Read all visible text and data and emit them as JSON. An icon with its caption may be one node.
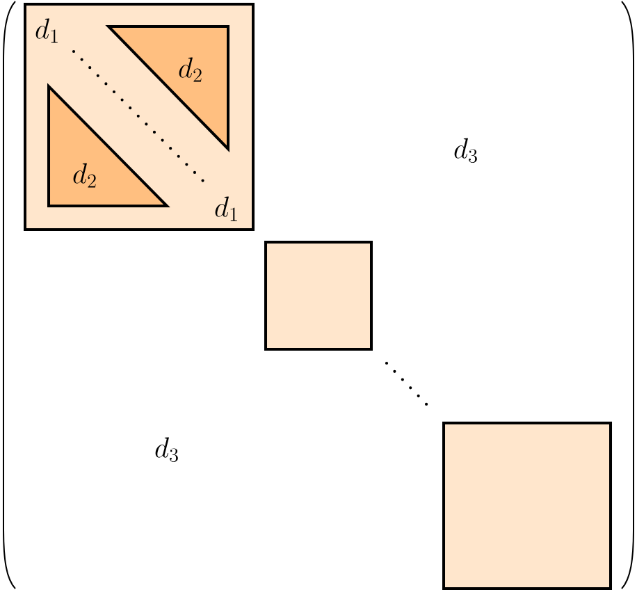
{
  "diagram": {
    "nodes": [
      {
        "text": [
          "d_1",
          "d_1"
        ]
      },
      {
        "text": [
          "d_2"
        ],
        "in": 0
      },
      {
        "text": [
          "d_2"
        ],
        "in": 0
      },
      {
        "text": [],
        "shape": "box"
      },
      {
        "text": [],
        "shape": "box"
      }
    ],
    "labels": [
      "d_3",
      "d_3"
    ]
  }
}
